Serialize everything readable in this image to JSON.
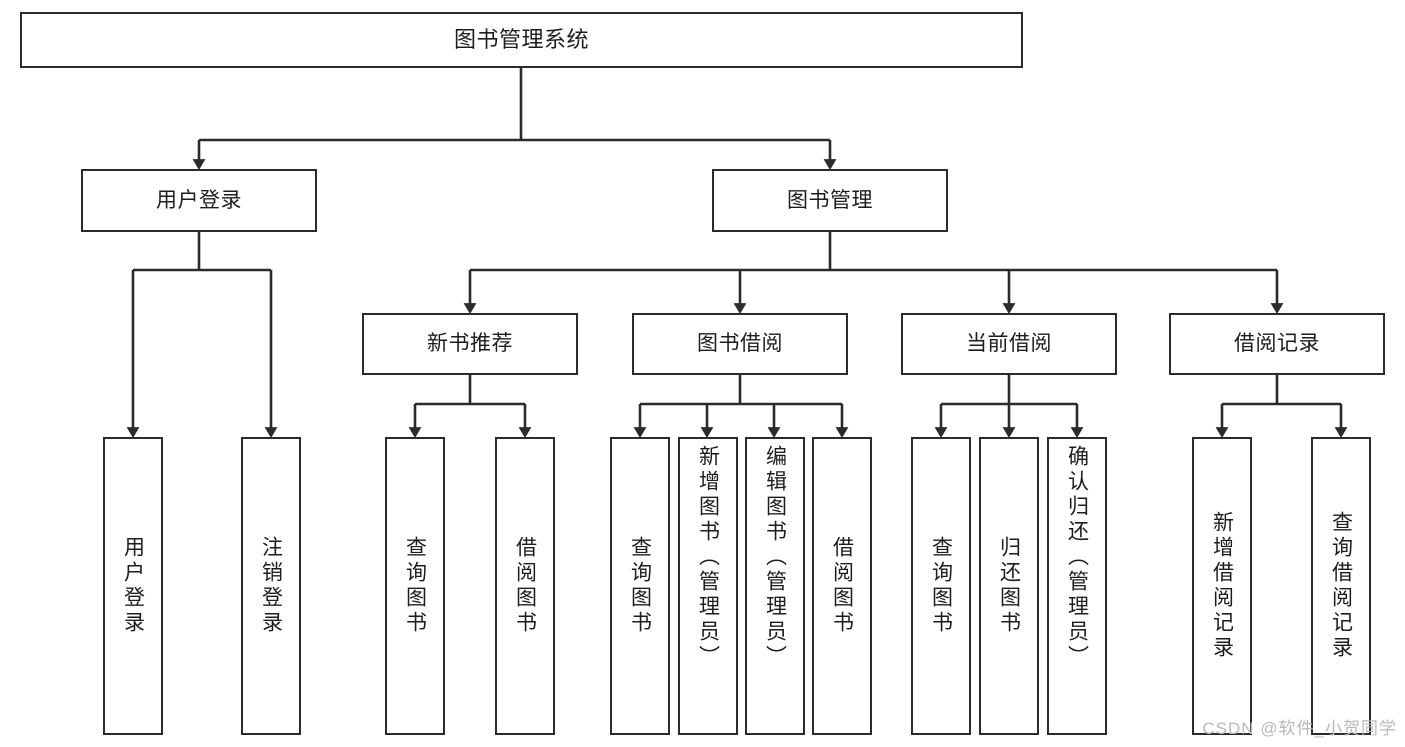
{
  "diagram": {
    "title": "图书管理系统",
    "type": "tree",
    "orientation": "top-down",
    "colors": {
      "box_border": "#2b2b2b",
      "box_fill": "#ffffff",
      "connector": "#2b2b2b",
      "text": "#1d1d1d",
      "watermark": "#b9b9b9",
      "background": "#ffffff"
    },
    "root": {
      "id": "root",
      "label": "图书管理系统",
      "text_mode": "horizontal"
    },
    "level2": [
      {
        "id": "user-login",
        "label": "用户登录",
        "text_mode": "horizontal"
      },
      {
        "id": "book-manage",
        "label": "图书管理",
        "text_mode": "horizontal"
      }
    ],
    "level3": [
      {
        "id": "new-book-recommend",
        "label": "新书推荐",
        "text_mode": "horizontal",
        "parent": "book-manage"
      },
      {
        "id": "book-borrow",
        "label": "图书借阅",
        "text_mode": "horizontal",
        "parent": "book-manage"
      },
      {
        "id": "current-borrow",
        "label": "当前借阅",
        "text_mode": "horizontal",
        "parent": "book-manage"
      },
      {
        "id": "borrow-record",
        "label": "借阅记录",
        "text_mode": "horizontal",
        "parent": "book-manage"
      }
    ],
    "leaves": {
      "user_login": [
        {
          "id": "leaf-user-login",
          "label": "用户登录",
          "text_mode": "vertical",
          "align": "centered"
        },
        {
          "id": "leaf-logout",
          "label": "注销登录",
          "text_mode": "vertical",
          "align": "centered"
        }
      ],
      "new_book_recommend": [
        {
          "id": "leaf-query-book-1",
          "label": "查询图书",
          "text_mode": "vertical",
          "align": "centered"
        },
        {
          "id": "leaf-borrow-book-1",
          "label": "借阅图书",
          "text_mode": "vertical",
          "align": "centered"
        }
      ],
      "book_borrow": [
        {
          "id": "leaf-query-book-2",
          "label": "查询图书",
          "text_mode": "vertical",
          "align": "centered"
        },
        {
          "id": "leaf-add-book",
          "label": "新增图书（管理员）",
          "text_mode": "vertical",
          "align": "topped"
        },
        {
          "id": "leaf-edit-book",
          "label": "编辑图书（管理员）",
          "text_mode": "vertical",
          "align": "topped"
        },
        {
          "id": "leaf-borrow-book-2",
          "label": "借阅图书",
          "text_mode": "vertical",
          "align": "centered"
        }
      ],
      "current_borrow": [
        {
          "id": "leaf-query-book-3",
          "label": "查询图书",
          "text_mode": "vertical",
          "align": "centered"
        },
        {
          "id": "leaf-return-book",
          "label": "归还图书",
          "text_mode": "vertical",
          "align": "centered"
        },
        {
          "id": "leaf-confirm-return",
          "label": "确认归还（管理员）",
          "text_mode": "vertical",
          "align": "topped"
        }
      ],
      "borrow_record": [
        {
          "id": "leaf-add-record",
          "label": "新增借阅记录",
          "text_mode": "vertical",
          "align": "centered"
        },
        {
          "id": "leaf-query-record",
          "label": "查询借阅记录",
          "text_mode": "vertical",
          "align": "centered"
        }
      ]
    }
  },
  "watermark": {
    "text": "CSDN @软件_小贺同学"
  }
}
